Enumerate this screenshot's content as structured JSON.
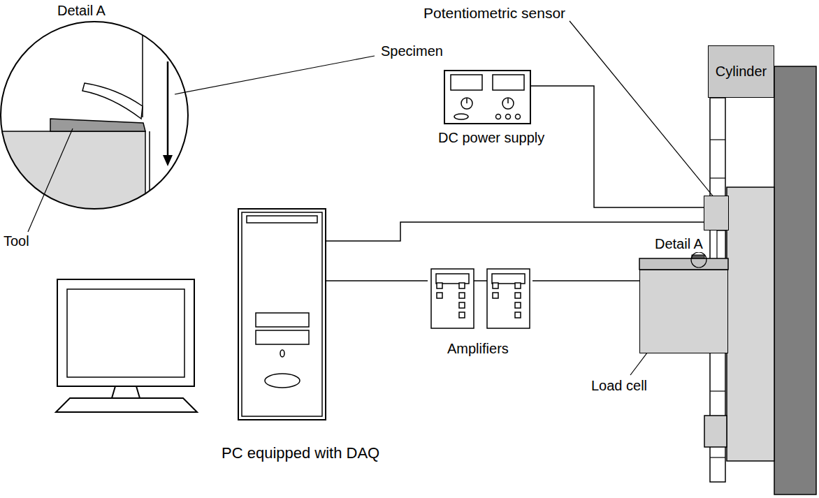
{
  "diagram": {
    "nodes": [
      {
        "text": [
          "Detail A"
        ]
      },
      {
        "text": [
          "Potentiometric sensor"
        ]
      },
      {
        "text": [
          "Cylinder"
        ]
      },
      {
        "text": [
          "DC power supply"
        ]
      },
      {
        "text": [
          "PC equipped with DAQ"
        ]
      },
      {
        "text": [
          "Amplifiers"
        ]
      },
      {
        "text": [
          "Load cell"
        ]
      }
    ],
    "edges": [
      {
        "from": 3,
        "to": 1,
        "arrow": "none"
      },
      {
        "from": 4,
        "to": 1,
        "arrow": "none"
      },
      {
        "from": 4,
        "to": 5,
        "arrow": "none"
      },
      {
        "from": 5,
        "to": 6,
        "arrow": "none"
      }
    ],
    "labels": [
      "Specimen",
      "Tool",
      "Detail A"
    ]
  }
}
